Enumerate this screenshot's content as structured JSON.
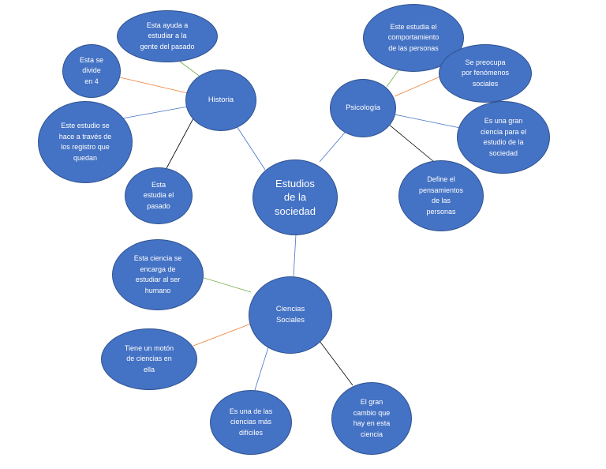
{
  "diagram": {
    "center": {
      "label": "Estudios\nde la\nsociedad"
    },
    "hubs": {
      "historia": {
        "label": "Historia",
        "children": [
          "Esta ayuda a\nestudiar a la\ngente del pasado",
          "Esta se\ndivide\nen 4",
          "Este estudio se\nhace a través de\nlos registro que\nquedan",
          "Esta\nestudia el\npasado"
        ]
      },
      "psicologia": {
        "label": "Psicología",
        "children": [
          "Este estudia el\ncomportamiento\nde las personas",
          "Se preocupa\npor fenómenos\nsociales",
          "Es una gran\nciencia para el\nestudio de la\nsociedad",
          "Define el\npensamientos\nde las\npersonas"
        ]
      },
      "ciencias": {
        "label": "Ciencias\nSociales",
        "children": [
          "Esta ciencia se\nencarga de\nestudiar al ser\nhumano",
          "Tiene un motón\nde ciencias en\nella",
          "Es una de las\nciencias más\ndifíciles",
          "El gran\ncambio que\nhay en esta\nciencia"
        ]
      }
    },
    "colors": {
      "node_fill": "#4472c4",
      "node_border": "#2f528f",
      "line_blue": "#4472c4",
      "line_green": "#70ad47",
      "line_orange": "#ed7d31",
      "line_black": "#000000"
    }
  }
}
